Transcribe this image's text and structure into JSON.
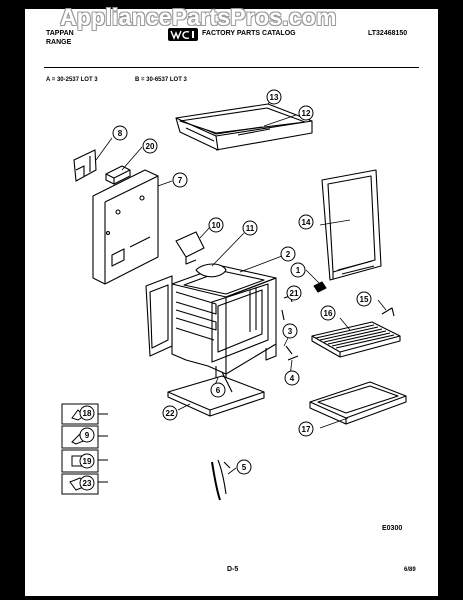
{
  "watermark": "AppliancePartsPros.com",
  "header": {
    "brand_line1": "TAPPAN",
    "brand_line2": "RANGE",
    "catalog_title": "FACTORY PARTS CATALOG",
    "catalog_number": "LT32468150"
  },
  "model_line": {
    "a_label": "A = 30-2537 LOT 3",
    "b_label": "B = 30-6537 LOT 3"
  },
  "callouts": [
    "13",
    "12",
    "8",
    "20",
    "7",
    "14",
    "10",
    "11",
    "2",
    "1",
    "21",
    "15",
    "16",
    "3",
    "6",
    "4",
    "22",
    "17",
    "18",
    "9",
    "19",
    "23",
    "5"
  ],
  "footer": {
    "drawing_code": "E0300",
    "page": "D-5",
    "date": "6/89"
  }
}
